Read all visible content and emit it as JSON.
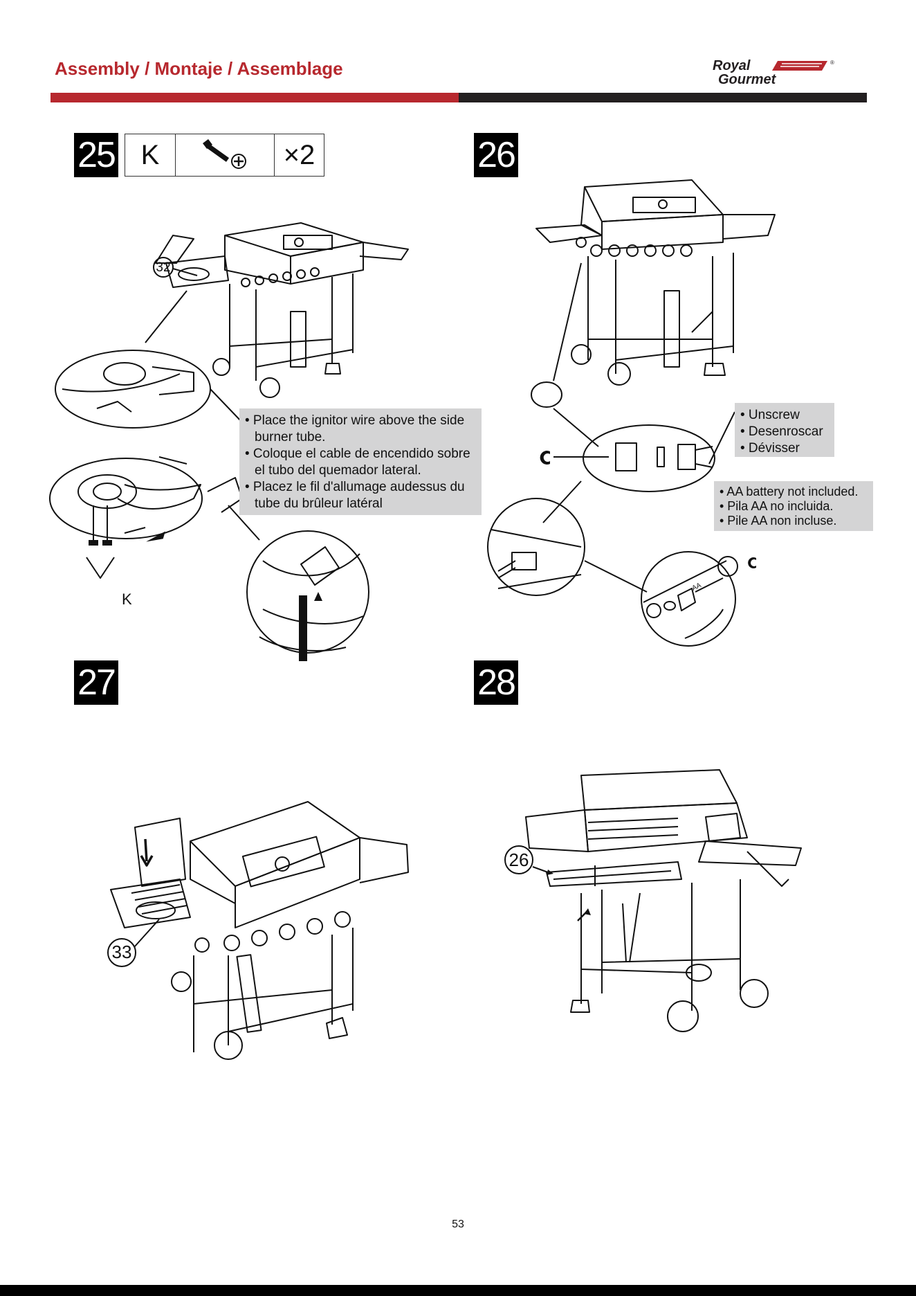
{
  "header": {
    "title": "Assembly / Montaje / Assemblage",
    "logo_line1": "Royal",
    "logo_line2": "Gourmet",
    "logo_mark": "®"
  },
  "colors": {
    "brand_red": "#b7282e",
    "dark_bar": "#231f20",
    "note_bg": "#d4d4d5"
  },
  "steps": [
    {
      "number": "25",
      "parts": {
        "label": "K",
        "icon": "screw-icon",
        "quantity": "×2"
      },
      "callout": "32",
      "k_label": "K",
      "notes": [
        "• Place the ignitor wire above the side",
        "burner tube.",
        "• Coloque el cable de encendido sobre",
        "el tubo del quemador lateral.",
        "• Placez le fil d'allumage audessus du",
        "tube du brûleur latéral"
      ]
    },
    {
      "number": "26",
      "notes_unscrew": [
        "• Unscrew",
        "• Desenroscar",
        "• Dévisser"
      ],
      "notes_battery": [
        "• AA battery not included.",
        "• Pila AA no incluida.",
        "• Pile AA non incluse."
      ],
      "battery_label": "AA"
    },
    {
      "number": "27",
      "callout": "33"
    },
    {
      "number": "28",
      "callout": "26"
    }
  ],
  "footer": {
    "page_number": "53"
  }
}
